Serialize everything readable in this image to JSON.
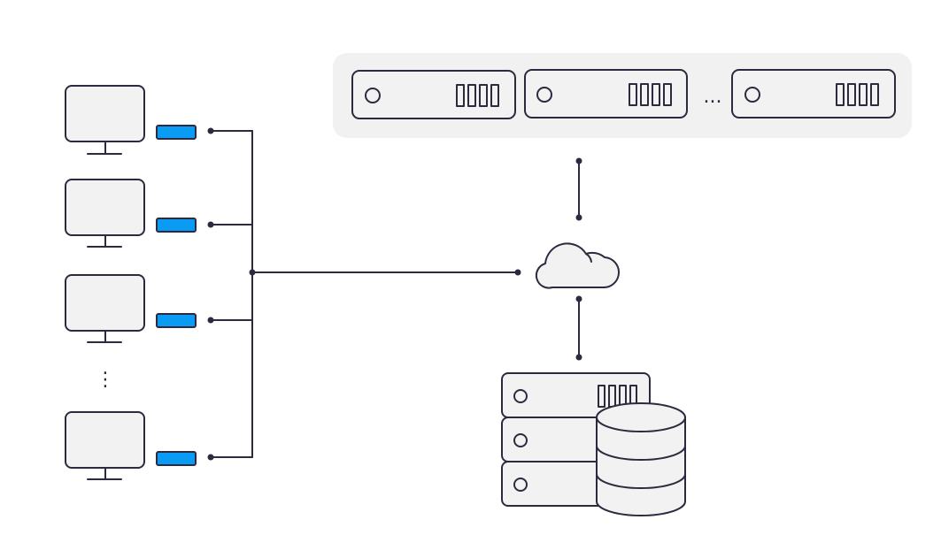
{
  "colors": {
    "stroke": "#2f2940",
    "fill": "#f2f2f2",
    "panel": "#f1f1f1",
    "background": "#ffffff",
    "accent": "#0a9cf5"
  },
  "clients": {
    "ellipsis": "⋮",
    "items": [
      {
        "name": "computer-1",
        "icon": "monitor-icon",
        "adapter": "network-adapter"
      },
      {
        "name": "computer-2",
        "icon": "monitor-icon",
        "adapter": "network-adapter"
      },
      {
        "name": "computer-3",
        "icon": "monitor-icon",
        "adapter": "network-adapter"
      },
      {
        "name": "computer-4",
        "icon": "monitor-icon",
        "adapter": "network-adapter"
      }
    ]
  },
  "server_cluster": {
    "ellipsis": "...",
    "units": [
      {
        "icon": "server-rack-icon"
      },
      {
        "icon": "server-rack-icon"
      },
      {
        "icon": "server-rack-icon"
      }
    ]
  },
  "cloud": {
    "icon": "cloud-icon"
  },
  "storage": {
    "icon": "database-server-icon"
  }
}
